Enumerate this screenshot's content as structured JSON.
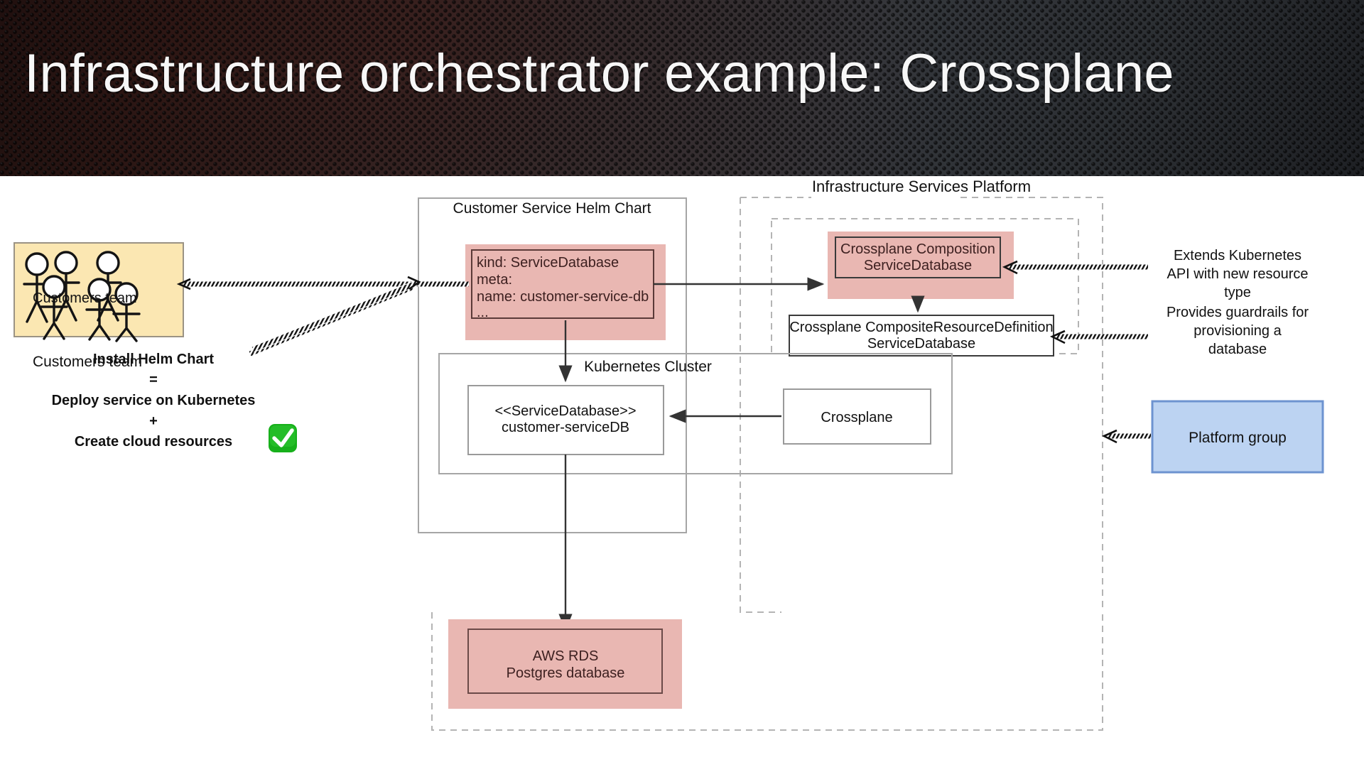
{
  "header": {
    "title": "Infrastructure orchestrator example: Crossplane"
  },
  "diagram": {
    "customers_team": {
      "label": "Customers team",
      "fill": "#fbe7b2",
      "stroke": "#9b9384",
      "people_count": 6
    },
    "helm_chart": {
      "title": "Customer Service Helm Chart",
      "manifest_lines": [
        "kind: ServiceDatabase",
        "meta:",
        "   name: customer-service-db",
        "   ..."
      ],
      "fill": "#e9b7b2",
      "inner_stroke": "#5b3a38"
    },
    "platform_boundary": {
      "label": "Infrastructure Services Platform"
    },
    "composition": {
      "line1": "Crossplane  Composition",
      "line2": "ServiceDatabase",
      "fill": "#e9b7b2"
    },
    "xrd": {
      "line1": "Crossplane  CompositeResourceDefinition",
      "line2": "ServiceDatabase",
      "fill": "#ffffff"
    },
    "k8s_cluster": {
      "title": "Kubernetes Cluster"
    },
    "service_database": {
      "line1": "<<ServiceDatabase>>",
      "line2": "customer-serviceDB"
    },
    "crossplane_pod": {
      "label": "Crossplane"
    },
    "aws_rds": {
      "line1": "AWS RDS",
      "line2": "Postgres database",
      "fill": "#e9b7b2"
    },
    "platform_group": {
      "label": "Platform group",
      "fill": "#bcd3f2",
      "stroke": "#6d93d0"
    },
    "install_note": {
      "line1": "Install Helm Chart",
      "line2": "=",
      "line3": "Deploy service on Kubernetes",
      "line4": "+",
      "line5": "Create cloud resources",
      "check_icon": "white-check-mark",
      "check_glyph": "✔",
      "check_fill": "#17b01b"
    },
    "annotation_extends": {
      "line1": "Extends Kubernetes",
      "line2": "API with new resource",
      "line3": "type"
    },
    "annotation_guardrails": {
      "line1": "Provides guardrails for",
      "line2": "provisioning a",
      "line3": "database"
    }
  }
}
